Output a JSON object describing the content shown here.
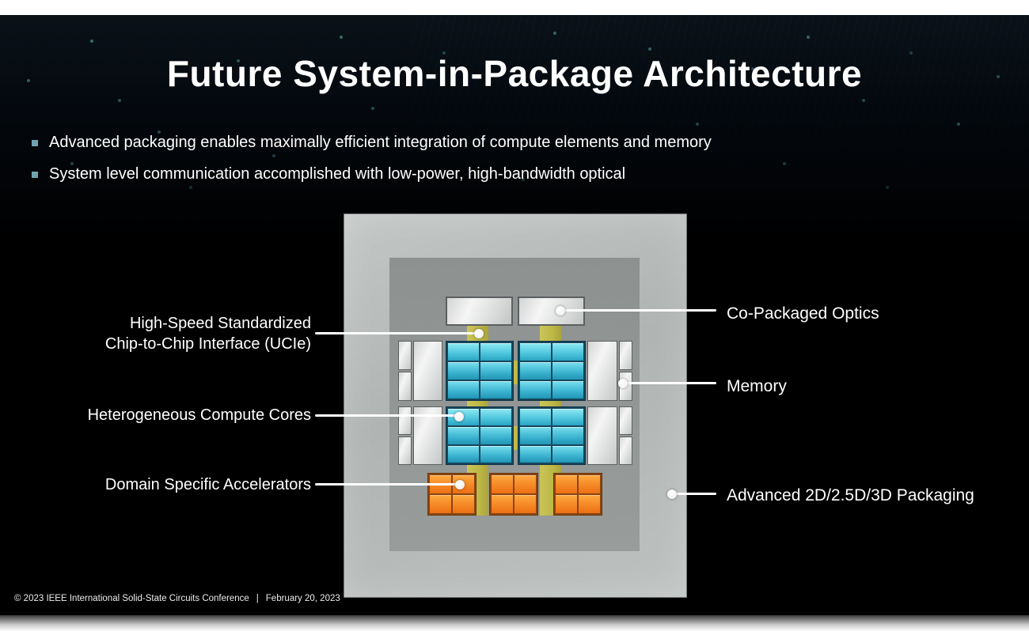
{
  "slide": {
    "title": "Future System-in-Package Architecture",
    "bullets": [
      "Advanced packaging enables maximally efficient integration of compute elements and memory",
      "System level communication accomplished with low-power, high-bandwidth optical"
    ],
    "footer": {
      "copyright": "© 2023 IEEE International Solid-State Circuits Conference",
      "separator": "|",
      "date": "February 20, 2023"
    }
  },
  "diagram": {
    "callouts_left": [
      {
        "label_line1": "High-Speed Standardized",
        "label_line2": "Chip-to-Chip Interface (UCIe)",
        "target": "ucie-interconnect"
      },
      {
        "label_line1": "Heterogeneous Compute Cores",
        "target": "compute-die"
      },
      {
        "label_line1": "Domain Specific Accelerators",
        "target": "accelerator-die"
      }
    ],
    "callouts_right": [
      {
        "label_line1": "Co-Packaged Optics",
        "target": "optics-die"
      },
      {
        "label_line1": "Memory",
        "target": "memory-die"
      },
      {
        "label_line1": "Advanced 2D/2.5D/3D Packaging",
        "target": "package"
      }
    ],
    "colors": {
      "compute_die": "#35b6d4",
      "accelerator_die": "#f47c1e",
      "ucie_interconnect": "#c3bd4e",
      "memory_die": "#d9dbda",
      "optics_die": "#e6e8e7",
      "package_outer": "#b4b8b6",
      "package_substrate": "#8f9391",
      "bullet_marker": "#6fa3b0",
      "callout_line": "#ffffff",
      "slide_background": "#000000"
    }
  }
}
